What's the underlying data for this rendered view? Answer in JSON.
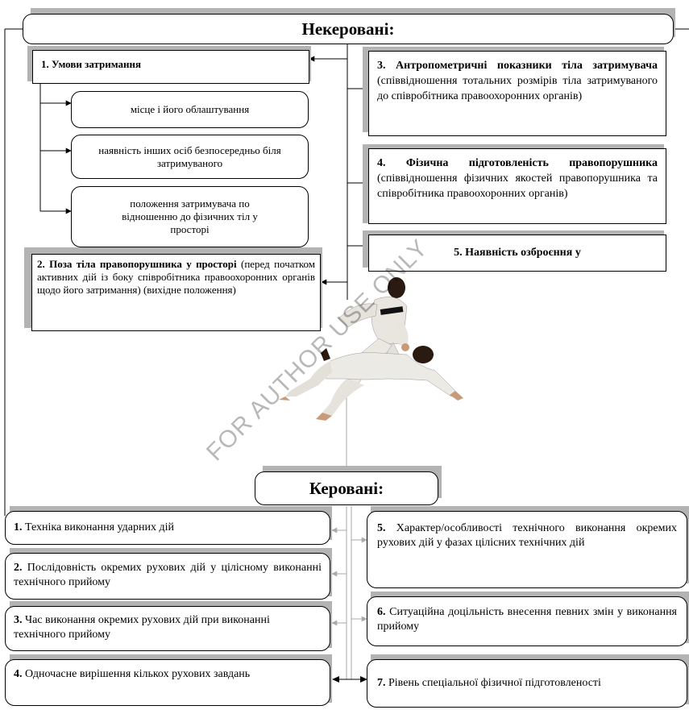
{
  "uncontrolled": {
    "title": "Некеровані:",
    "conditions": {
      "heading": "1. Умови затримання",
      "items": [
        "місце і його облаштування",
        "наявність інших осіб безпосередньо біля затримуваного",
        "положення затримувача по відношенню до фізичних тіл у просторі"
      ]
    },
    "posture": {
      "bold": "2. Поза тіла правопорушника у просторі",
      "text": "(перед початком активних дій із боку співробітника правоохоронних органів щодо його затримання) (вихідне положення)"
    },
    "anthropometric": {
      "bold": "3. Антропометричні показники тіла затримувача",
      "text": "(співвідношення тотальних розмірів тіла затримуваного до співробітника правоохоронних органів)"
    },
    "physical_fitness": {
      "bold": "4. Фізична підготовленість правопорушника",
      "text": "(співвідношення фізичних якостей правопорушника та співробітника правоохоронних органів)"
    },
    "armament": {
      "bold": "5. Наявність озброєння у"
    }
  },
  "controlled": {
    "title": "Керовані:",
    "left": [
      {
        "num": "1.",
        "text": "Техніка виконання ударних дій"
      },
      {
        "num": "2.",
        "text": "Послідовність окремих рухових дій у цілісному виконанні технічного прийому"
      },
      {
        "num": "3.",
        "text": "Час виконання окремих рухових дій при виконанні технічного прийому"
      },
      {
        "num": "4.",
        "text": "Одночасне вирішення кількох рухових завдань"
      }
    ],
    "right": [
      {
        "num": "5.",
        "text": "Характер/особливості технічного виконання окремих рухових дій у фазах цілісних технічних дій"
      },
      {
        "num": "6.",
        "text": "Ситуаційна доцільність внесення певних змін у виконання прийому"
      },
      {
        "num": "7.",
        "text": "Рівень спеціальної фізичної підготовленості"
      }
    ]
  },
  "watermark": "FOR AUTHOR USE ONLY"
}
